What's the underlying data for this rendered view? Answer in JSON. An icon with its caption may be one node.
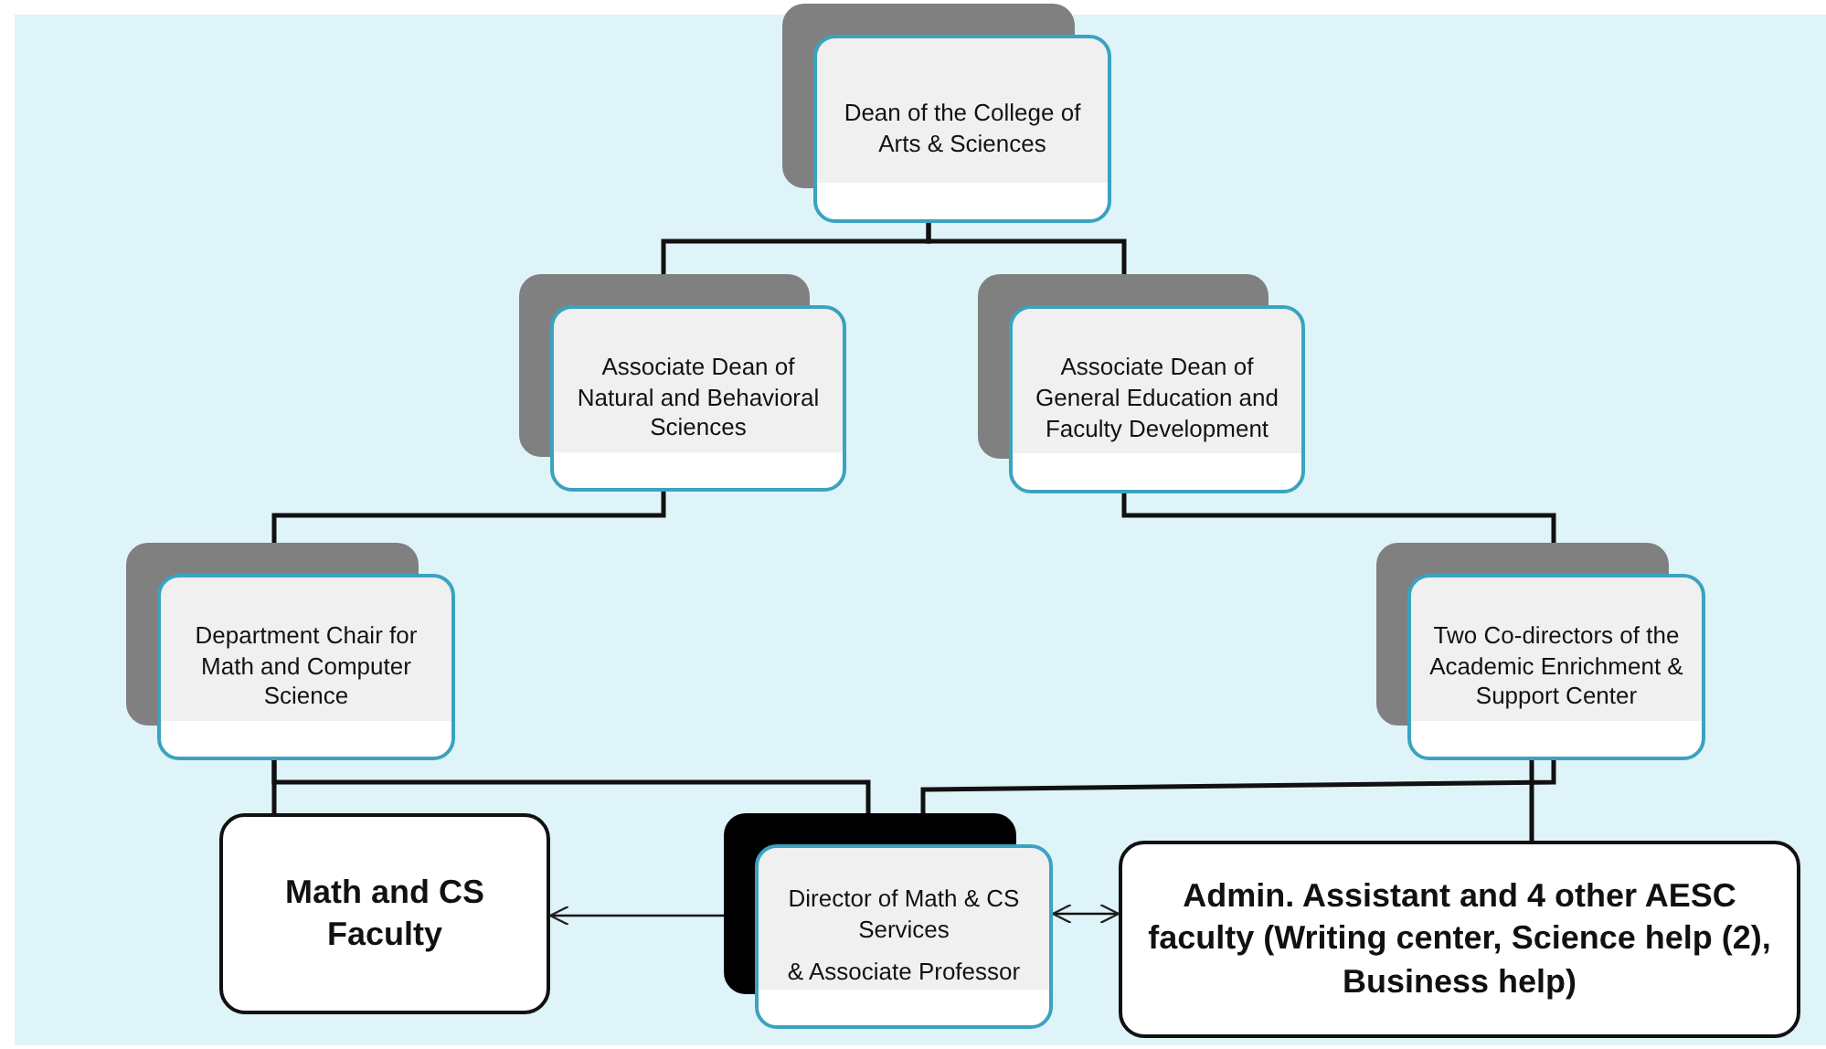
{
  "diagram": {
    "nodes": [
      {
        "text": [
          "Dean of the College of Arts & Sciences"
        ]
      },
      {
        "text": [
          "Associate Dean of Natural and Behavioral Sciences"
        ]
      },
      {
        "text": [
          "Associate Dean of General Education and Faculty Development"
        ]
      },
      {
        "text": [
          "Department Chair for Math and Computer Science"
        ]
      },
      {
        "text": [
          "Two Co-directors of the Academic Enrichment & Support Center"
        ]
      },
      {
        "text": [
          "Math and CS Faculty"
        ]
      },
      {
        "text": [
          "Director of Math & CS Services",
          "& Associate Professor"
        ]
      },
      {
        "text": [
          "Admin. Assistant and 4 other AESC faculty (Writing center, Science help (2), Business help)"
        ]
      }
    ],
    "edges": [
      {
        "from": 0,
        "to": 1,
        "arrow": "none"
      },
      {
        "from": 0,
        "to": 2,
        "arrow": "none"
      },
      {
        "from": 1,
        "to": 3,
        "arrow": "none"
      },
      {
        "from": 2,
        "to": 4,
        "arrow": "none"
      },
      {
        "from": 3,
        "to": 5,
        "arrow": "none"
      },
      {
        "from": 3,
        "to": 6,
        "arrow": "none"
      },
      {
        "from": 4,
        "to": 6,
        "arrow": "none"
      },
      {
        "from": 4,
        "to": 7,
        "arrow": "none"
      },
      {
        "from": 6,
        "to": 5,
        "arrow": "to"
      },
      {
        "from": 6,
        "to": 7,
        "arrow": "both"
      }
    ]
  }
}
